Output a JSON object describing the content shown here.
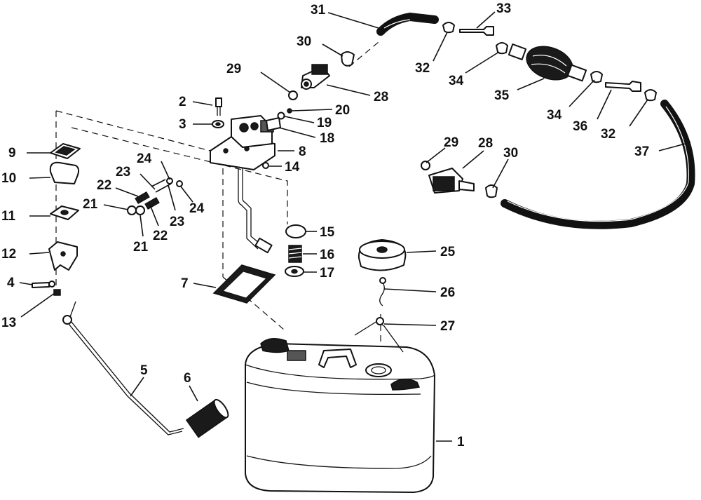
{
  "diagram": {
    "labels": {
      "l1": "1",
      "l2": "2",
      "l3": "3",
      "l4": "4",
      "l5": "5",
      "l6": "6",
      "l7": "7",
      "l8": "8",
      "l9": "9",
      "l10": "10",
      "l11": "11",
      "l12": "12",
      "l13": "13",
      "l14": "14",
      "l15": "15",
      "l16": "16",
      "l17": "17",
      "l18": "18",
      "l19": "19",
      "l20": "20",
      "l21a": "21",
      "l21b": "21",
      "l22a": "22",
      "l22b": "22",
      "l23a": "23",
      "l23b": "23",
      "l24a": "24",
      "l24b": "24",
      "l25": "25",
      "l26": "26",
      "l27": "27",
      "l28a": "28",
      "l28b": "28",
      "l29a": "29",
      "l29b": "29",
      "l30a": "30",
      "l30b": "30",
      "l31": "31",
      "l32a": "32",
      "l32b": "32",
      "l33": "33",
      "l34a": "34",
      "l34b": "34",
      "l35": "35",
      "l36": "36",
      "l37": "37"
    }
  }
}
